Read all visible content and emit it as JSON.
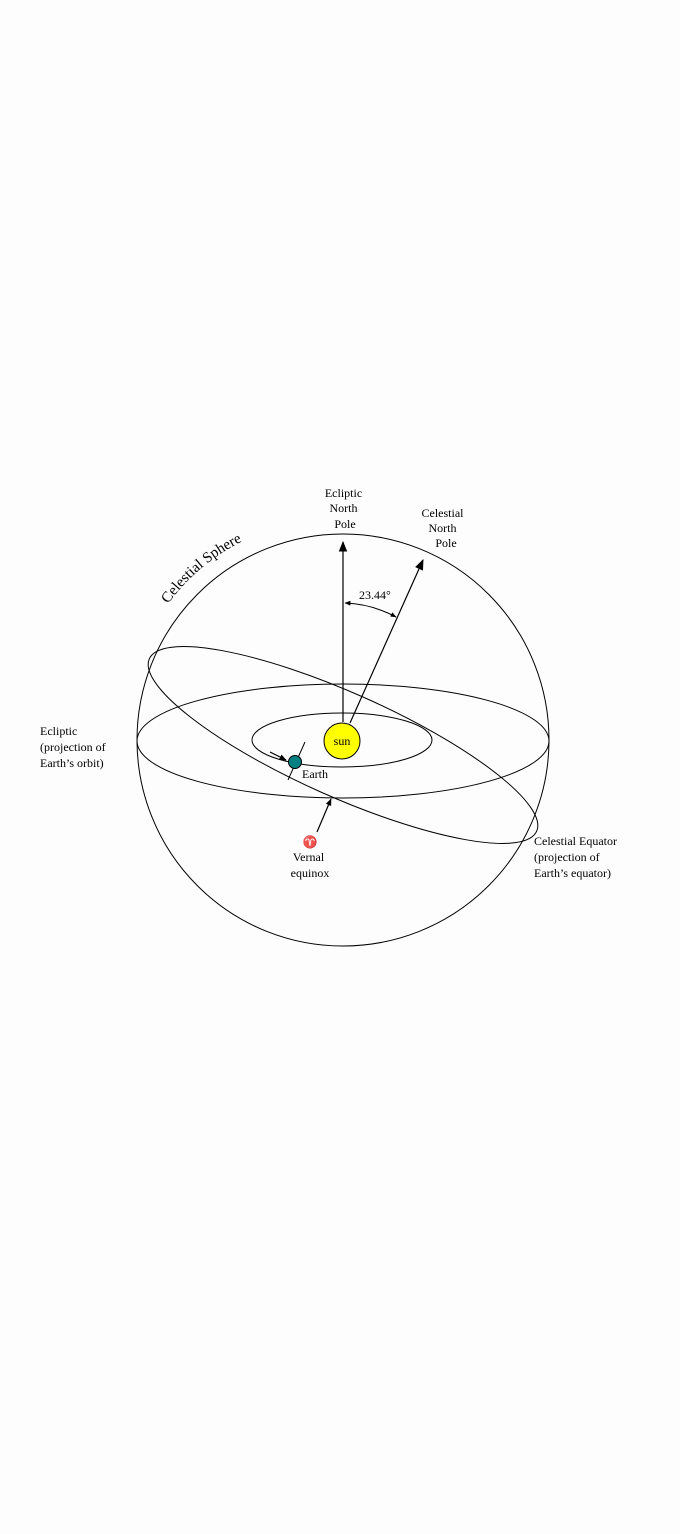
{
  "labels": {
    "celestial_sphere": "Celestial Sphere",
    "ecliptic_north_pole": [
      "Ecliptic",
      "North",
      "Pole"
    ],
    "celestial_north_pole": [
      "Celestial",
      "North",
      "Pole"
    ],
    "tilt_angle": "23.44°",
    "ecliptic": [
      "Ecliptic",
      "(projection of",
      "Earth’s orbit)"
    ],
    "sun": "sun",
    "earth": "Earth",
    "vernal_symbol": "♈",
    "vernal_equinox": [
      "Vernal",
      "equinox"
    ],
    "celestial_equator": [
      "Celestial Equator",
      "(projection of",
      "Earth’s equator)"
    ]
  },
  "colors": {
    "sun": "#ffff00",
    "earth": "#008080",
    "line": "#000000"
  }
}
